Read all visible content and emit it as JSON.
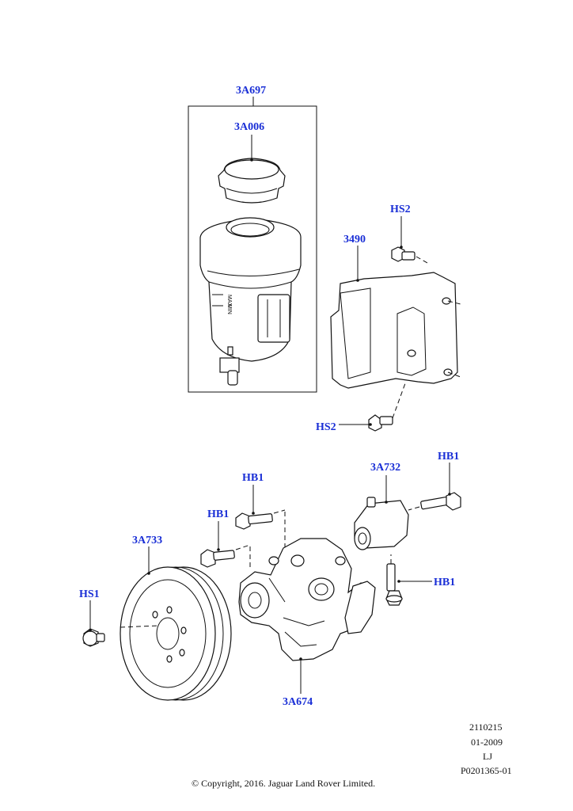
{
  "callouts": {
    "reservoir_assy": "3A697",
    "cap": "3A006",
    "bracket": "3490",
    "bracket_screw_top": "HS2",
    "bracket_screw_bottom": "HS2",
    "cooler": "3A732",
    "cooler_bolt_right": "HB1",
    "cooler_bolt_lower": "HB1",
    "pump_bolt_upper": "HB1",
    "pump_bolt_lower": "HB1",
    "pulley": "3A733",
    "pulley_screw": "HS1",
    "pump": "3A674"
  },
  "reservoir_labels": {
    "max": "MAX",
    "min": "MIN"
  },
  "meta": {
    "code": "2110215",
    "date": "01-2009",
    "initials": "LJ",
    "ref": "P0201365-01"
  },
  "copyright": "© Copyright, 2016. Jaguar Land Rover Limited.",
  "colors": {
    "callout": "#1a2fd6",
    "line": "#111111"
  }
}
